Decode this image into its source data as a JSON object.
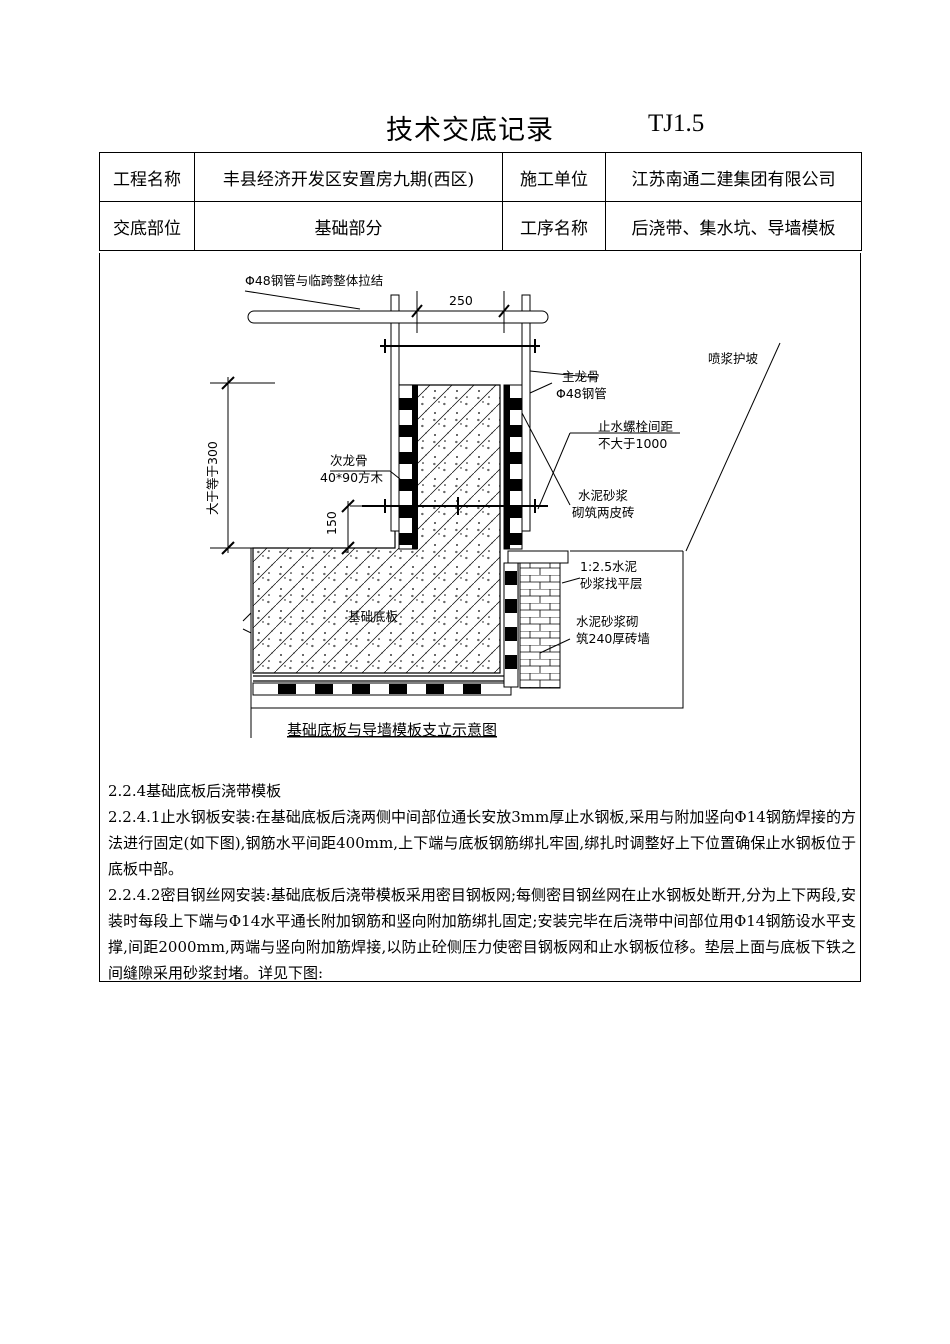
{
  "title": {
    "main": "技术交底记录",
    "code": "TJ1.5"
  },
  "header": {
    "row1": {
      "label1": "工程名称",
      "value1": "丰县经济开发区安置房九期(西区)",
      "label2": "施工单位",
      "value2": "江苏南通二建集团有限公司"
    },
    "row2": {
      "label1": "交底部位",
      "value1": "基础部分",
      "label2": "工序名称",
      "value2": "后浇带、集水坑、导墙模板"
    }
  },
  "diagram": {
    "caption": "基础底板与导墙模板支立示意图",
    "labels": {
      "pipe_tie": "Φ48钢管与临跨整体拉结",
      "dim_250": "250",
      "spray_slope": "喷浆护坡",
      "main_keel": "主龙骨",
      "main_keel_pipe": "Φ48钢管",
      "bolt_spacing_1": "止水螺栓间距",
      "bolt_spacing_2": "不大于1000",
      "secondary_keel_1": "次龙骨",
      "secondary_keel_2": "40*90方木",
      "dim_300": "大于等于300",
      "dim_150": "150",
      "mortar_brick_1": "水泥砂浆",
      "mortar_brick_2": "砌筑两皮砖",
      "mortar_level_1": "1:2.5水泥",
      "mortar_level_2": "砂浆找平层",
      "brick_wall_1": "水泥砂浆砌",
      "brick_wall_2": "筑240厚砖墙",
      "slab": "基础底板"
    }
  },
  "text": {
    "p1": "2.2.4基础底板后浇带模板",
    "p2": "2.2.4.1止水钢板安装:在基础底板后浇两侧中间部位通长安放3mm厚止水钢板,采用与附加竖向Φ14钢筋焊接的方法进行固定(如下图),钢筋水平间距400mm,上下端与底板钢筋绑扎牢固,绑扎时调整好上下位置确保止水钢板位于底板中部。",
    "p3": "2.2.4.2密目钢丝网安装:基础底板后浇带模板采用密目钢板网;每侧密目钢丝网在止水钢板处断开,分为上下两段,安装时每段上下端与Φ14水平通长附加钢筋和竖向附加筋绑扎固定;安装完毕在后浇带中间部位用Φ14钢筋设水平支撑,间距2000mm,两端与竖向附加筋焊接,以防止砼侧压力使密目钢板网和止水钢板位移。垫层上面与底板下铁之间缝隙采用砂浆封堵。详见下图:"
  }
}
